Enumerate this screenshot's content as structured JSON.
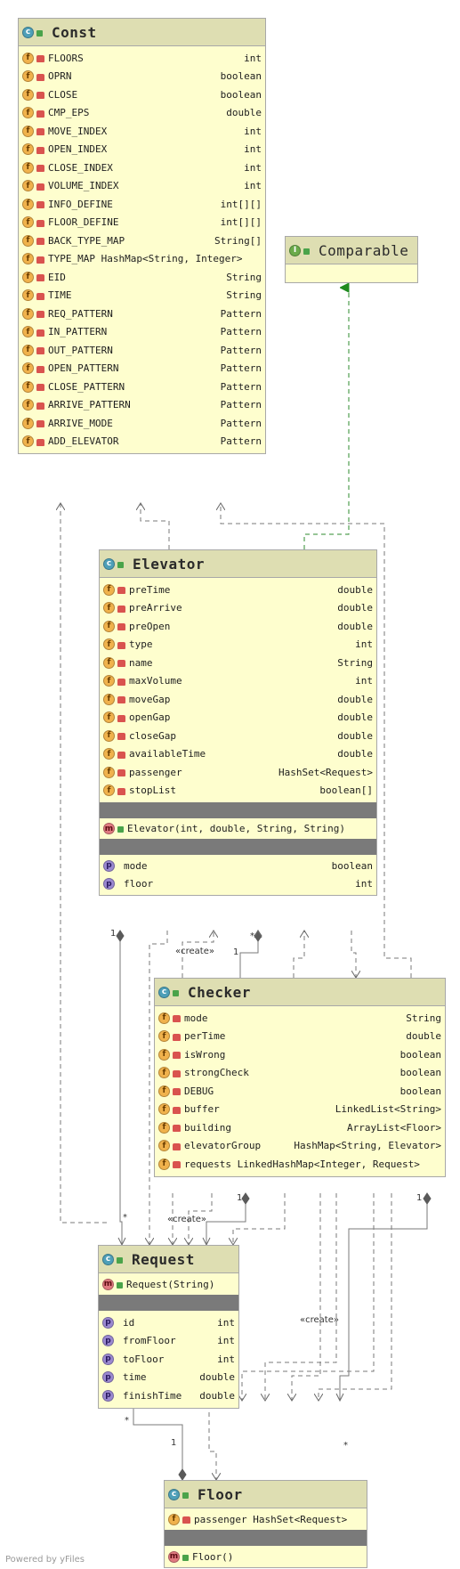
{
  "const_class": {
    "name": "Const",
    "fields": [
      {
        "name": "FLOORS",
        "type": "int"
      },
      {
        "name": "OPRN",
        "type": "boolean"
      },
      {
        "name": "CLOSE",
        "type": "boolean"
      },
      {
        "name": "CMP_EPS",
        "type": "double"
      },
      {
        "name": "MOVE_INDEX",
        "type": "int"
      },
      {
        "name": "OPEN_INDEX",
        "type": "int"
      },
      {
        "name": "CLOSE_INDEX",
        "type": "int"
      },
      {
        "name": "VOLUME_INDEX",
        "type": "int"
      },
      {
        "name": "INFO_DEFINE",
        "type": "int[][]"
      },
      {
        "name": "FLOOR_DEFINE",
        "type": "int[][]"
      },
      {
        "name": "BACK_TYPE_MAP",
        "type": "String[]"
      },
      {
        "name": "TYPE_MAP HashMap<String, Integer>",
        "type": ""
      },
      {
        "name": "EID",
        "type": "String"
      },
      {
        "name": "TIME",
        "type": "String"
      },
      {
        "name": "REQ_PATTERN",
        "type": "Pattern"
      },
      {
        "name": "IN_PATTERN",
        "type": "Pattern"
      },
      {
        "name": "OUT_PATTERN",
        "type": "Pattern"
      },
      {
        "name": "OPEN_PATTERN",
        "type": "Pattern"
      },
      {
        "name": "CLOSE_PATTERN",
        "type": "Pattern"
      },
      {
        "name": "ARRIVE_PATTERN",
        "type": "Pattern"
      },
      {
        "name": "ARRIVE_MODE",
        "type": "Pattern"
      },
      {
        "name": "ADD_ELEVATOR",
        "type": "Pattern"
      }
    ]
  },
  "comparable_interface": {
    "name": "Comparable"
  },
  "elevator_class": {
    "name": "Elevator",
    "fields": [
      {
        "name": "preTime",
        "type": "double"
      },
      {
        "name": "preArrive",
        "type": "double"
      },
      {
        "name": "preOpen",
        "type": "double"
      },
      {
        "name": "type",
        "type": "int"
      },
      {
        "name": "name",
        "type": "String"
      },
      {
        "name": "maxVolume",
        "type": "int"
      },
      {
        "name": "moveGap",
        "type": "double"
      },
      {
        "name": "openGap",
        "type": "double"
      },
      {
        "name": "closeGap",
        "type": "double"
      },
      {
        "name": "availableTime",
        "type": "double"
      },
      {
        "name": "passenger",
        "type": "HashSet<Request>"
      },
      {
        "name": "stopList",
        "type": "boolean[]"
      }
    ],
    "constructor": "Elevator(int, double, String, String)",
    "properties": [
      {
        "name": "mode",
        "type": "boolean"
      },
      {
        "name": "floor",
        "type": "int"
      }
    ]
  },
  "checker_class": {
    "name": "Checker",
    "fields": [
      {
        "name": "mode",
        "type": "String"
      },
      {
        "name": "perTime",
        "type": "double"
      },
      {
        "name": "isWrong",
        "type": "boolean"
      },
      {
        "name": "strongCheck",
        "type": "boolean"
      },
      {
        "name": "DEBUG",
        "type": "boolean"
      },
      {
        "name": "buffer",
        "type": "LinkedList<String>"
      },
      {
        "name": "building",
        "type": "ArrayList<Floor>"
      },
      {
        "name": "elevatorGroup",
        "type": "HashMap<String, Elevator>"
      },
      {
        "name": "requests LinkedHashMap<Integer, Request>",
        "type": ""
      }
    ]
  },
  "request_class": {
    "name": "Request",
    "constructor": "Request(String)",
    "properties": [
      {
        "name": "id",
        "type": "int"
      },
      {
        "name": "fromFloor",
        "type": "int"
      },
      {
        "name": "toFloor",
        "type": "int"
      },
      {
        "name": "time",
        "type": "double"
      },
      {
        "name": "finishTime",
        "type": "double"
      }
    ]
  },
  "floor_class": {
    "name": "Floor",
    "field": {
      "name": "passenger HashSet<Request>",
      "type": ""
    },
    "method": "Floor()"
  },
  "relation_labels": {
    "create_1": "«create»",
    "create_2": "«create»",
    "create_3": "«create»",
    "mult_elev_1": "1",
    "mult_elev_req_star": "*",
    "mult_checker_1": "1",
    "mult_checker_star": "*",
    "mult_checker_req_1": "1",
    "mult_checker_floor_1": "1",
    "mult_req_star": "*",
    "mult_floor_1": "1",
    "mult_floor_star": "*"
  },
  "footer": "Powered by yFiles",
  "colors": {
    "class_body": "#fefece",
    "class_header": "#dedeb2",
    "border": "#a8a8a8",
    "edge": "#7a7a7a",
    "realization_arrow": "#2e8b2e"
  },
  "icon_legend": {
    "class": "c-badge-icon",
    "interface": "i-badge-icon",
    "field": "f-badge-icon",
    "method": "m-badge-icon",
    "property": "p-badge-icon",
    "private": "lock-icon",
    "public": "open-lock-icon"
  }
}
